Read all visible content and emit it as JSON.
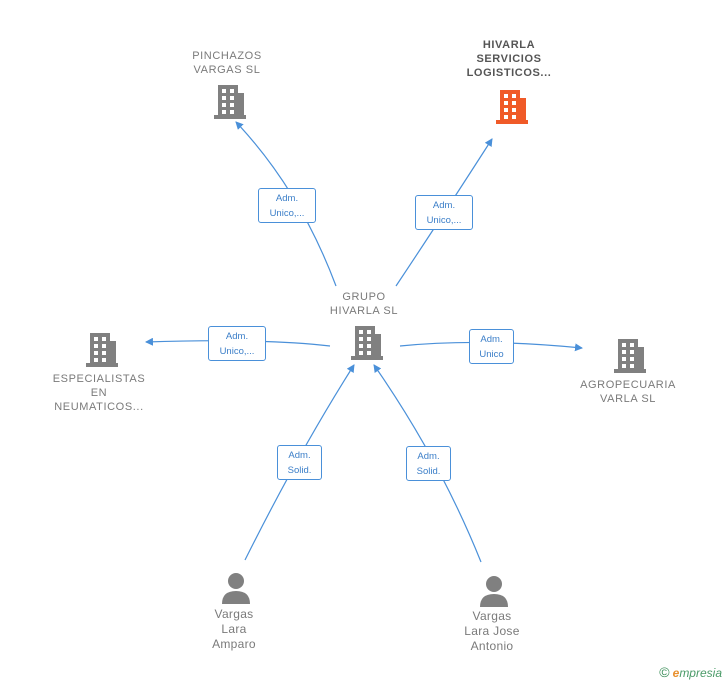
{
  "colors": {
    "edge": "#4a90d9",
    "node_icon": "#808080",
    "node_icon_highlight": "#f05a28",
    "label": "#7a7a7a"
  },
  "nodes": {
    "center": {
      "lines": [
        "GRUPO",
        "HIVARLA  SL"
      ],
      "icon": "building-icon"
    },
    "pinchazos": {
      "lines": [
        "PINCHAZOS",
        "VARGAS SL"
      ],
      "icon": "building-icon"
    },
    "hivarla_servicios": {
      "lines": [
        "HIVARLA",
        "SERVICIOS",
        "LOGISTICOS..."
      ],
      "icon": "building-icon"
    },
    "especialistas": {
      "lines": [
        "ESPECIALISTAS",
        "EN",
        "NEUMATICOS..."
      ],
      "icon": "building-icon"
    },
    "agropecuaria": {
      "lines": [
        "AGROPECUARIA",
        "VARLA  SL"
      ],
      "icon": "building-icon"
    },
    "vargas_amparo": {
      "lines": [
        "Vargas",
        "Lara",
        "Amparo"
      ],
      "icon": "person-icon"
    },
    "vargas_antonio": {
      "lines": [
        "Vargas",
        "Lara Jose",
        "Antonio"
      ],
      "icon": "person-icon"
    }
  },
  "edges": {
    "to_pinchazos": {
      "lines": [
        "Adm.",
        "Unico,..."
      ]
    },
    "to_hivarla_servicios": {
      "lines": [
        "Adm.",
        "Unico,..."
      ]
    },
    "to_especialistas": {
      "lines": [
        "Adm.",
        "Unico,..."
      ]
    },
    "to_agropecuaria": {
      "lines": [
        "Adm.",
        "Unico"
      ]
    },
    "from_amparo": {
      "lines": [
        "Adm.",
        "Solid."
      ]
    },
    "from_antonio": {
      "lines": [
        "Adm.",
        "Solid."
      ]
    }
  },
  "footer": {
    "copyright": "©",
    "brand_initial": "e",
    "brand_rest": "mpresia"
  }
}
